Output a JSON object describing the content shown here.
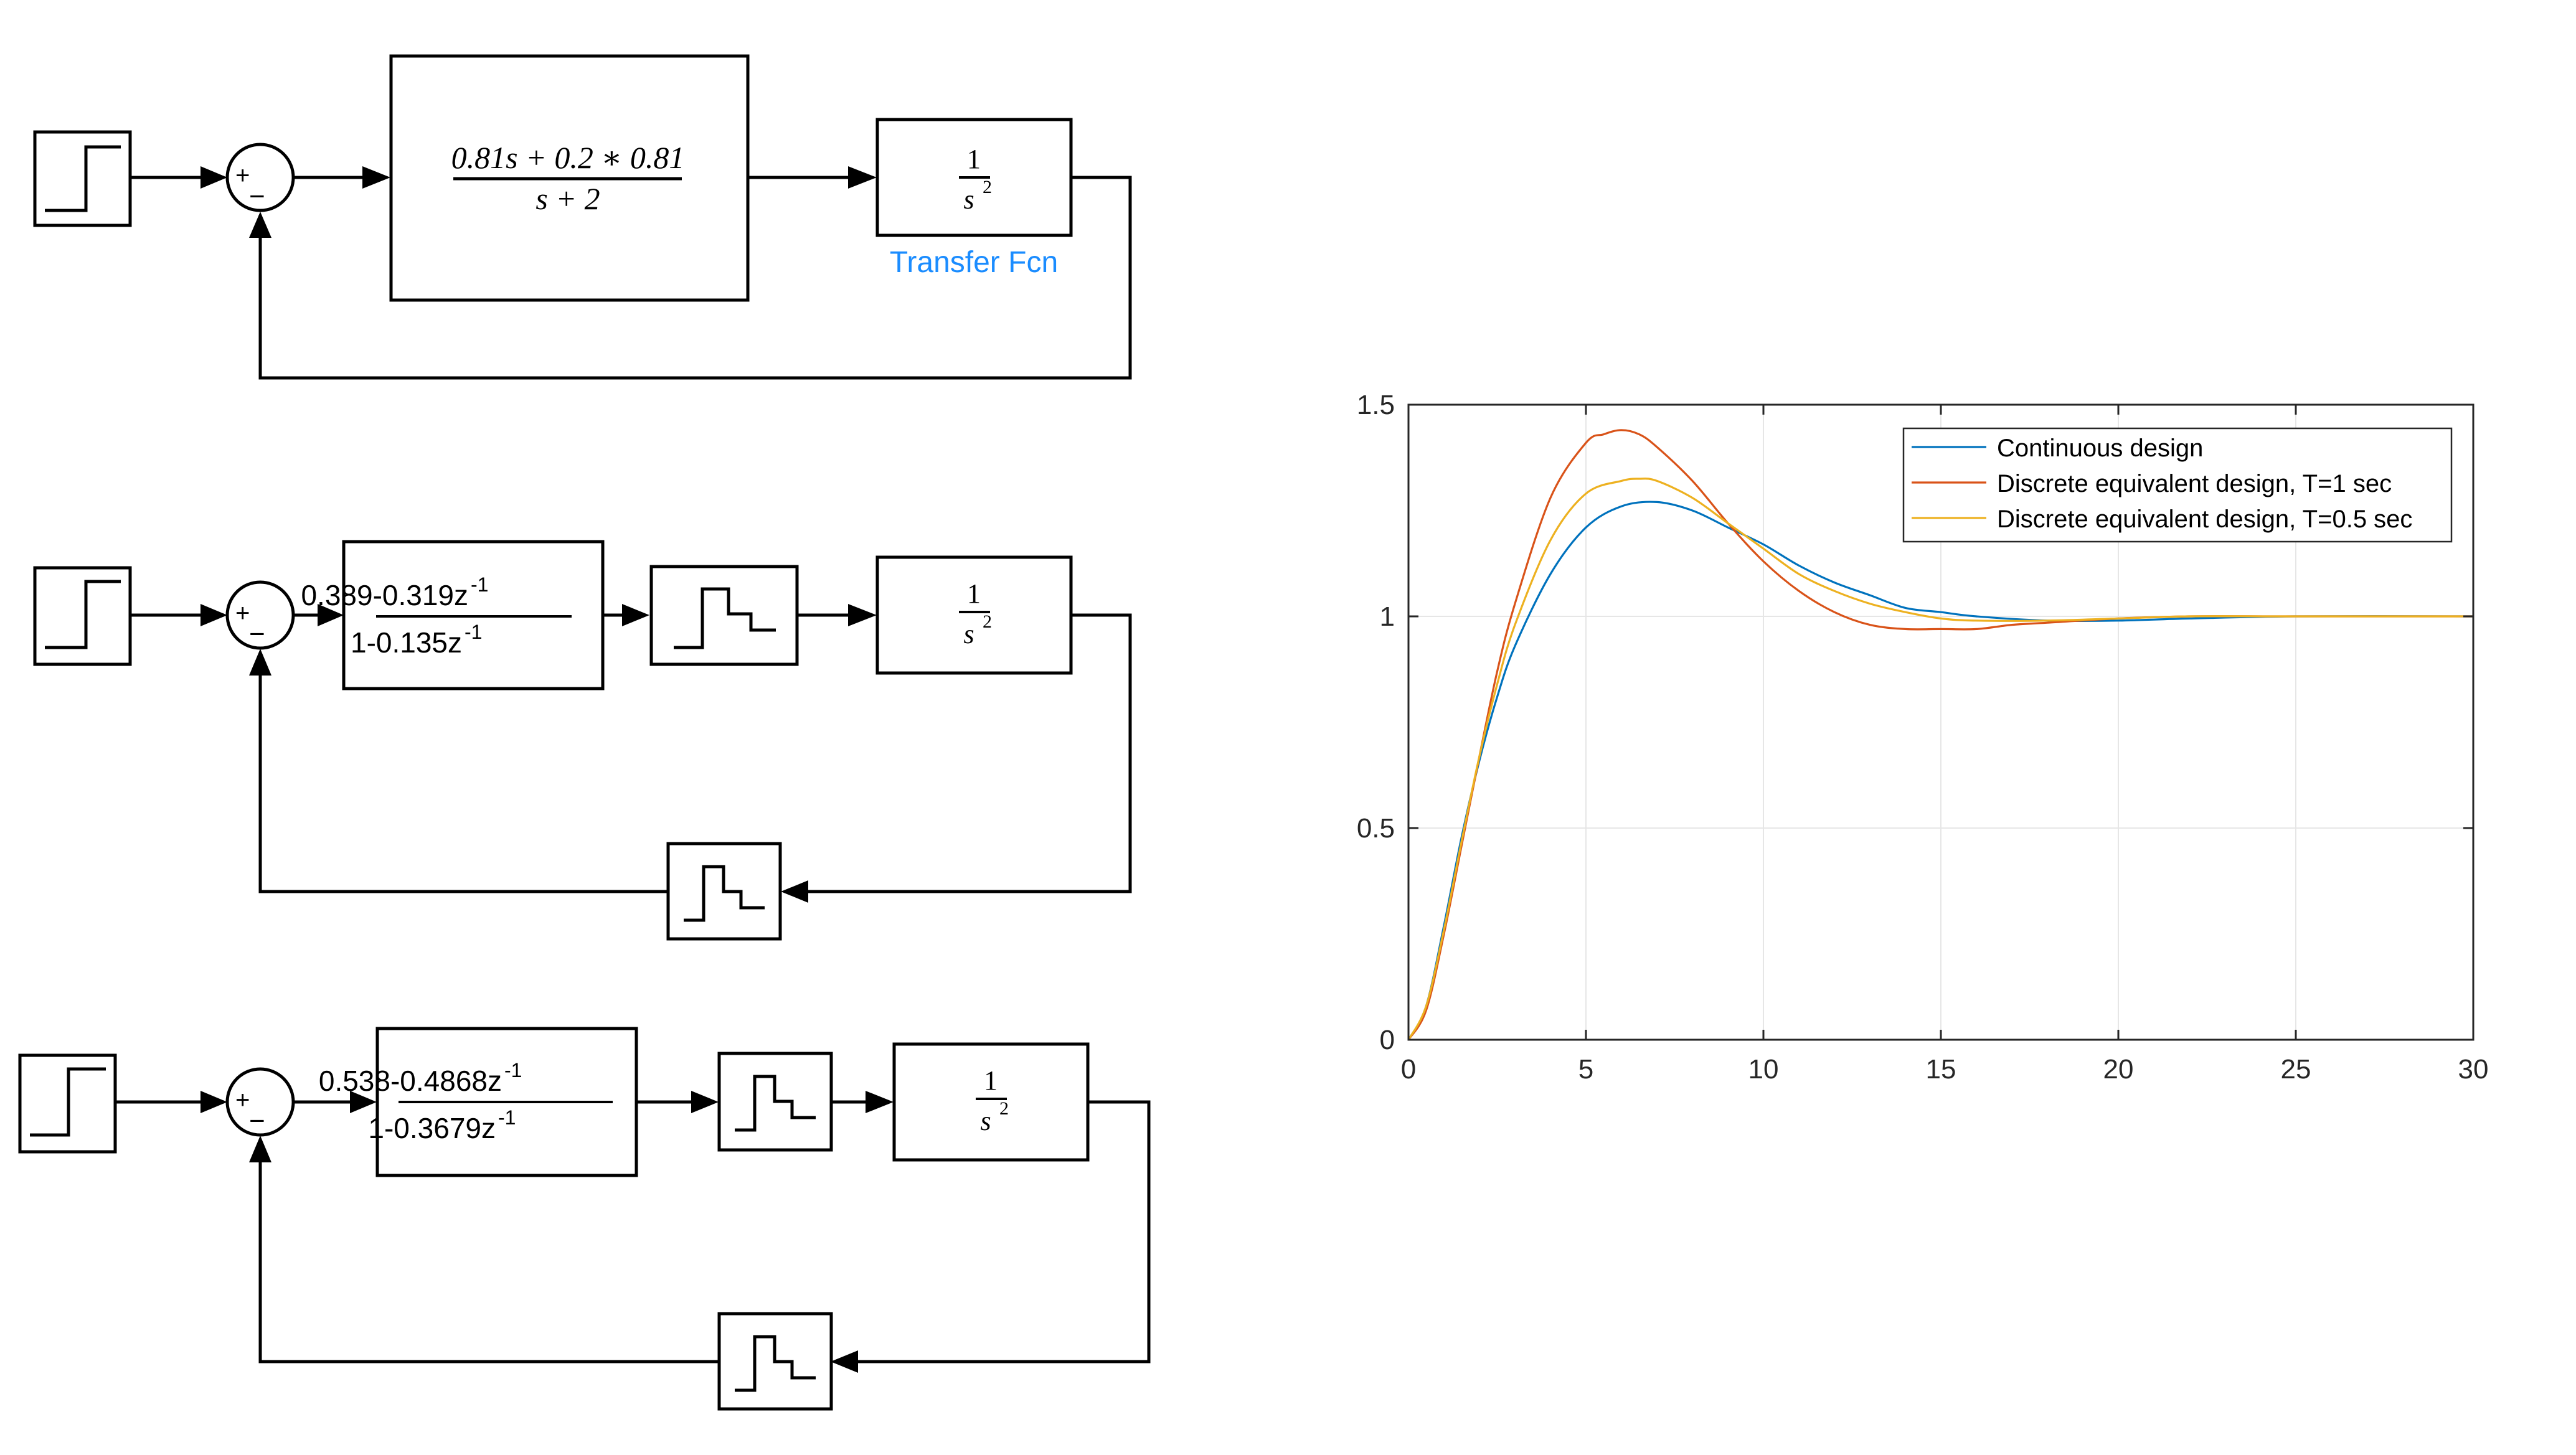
{
  "diagrams": [
    {
      "id": "continuous",
      "sum_signs": [
        "+",
        "−"
      ],
      "controller": {
        "num": "0.81s + 0.2 ∗ 0.81",
        "den": "s + 2"
      },
      "plant": {
        "num": "1",
        "den": "s",
        "den_exp": "2",
        "label": "Transfer Fcn"
      }
    },
    {
      "id": "discrete_T1",
      "sum_signs": [
        "+",
        "−"
      ],
      "controller": {
        "num": "0.389-0.319z",
        "num_exp": "-1",
        "den": "1-0.135z",
        "den_exp": "-1"
      },
      "plant": {
        "num": "1",
        "den": "s",
        "den_exp": "2"
      }
    },
    {
      "id": "discrete_T05",
      "sum_signs": [
        "+",
        "−"
      ],
      "controller": {
        "num": "0.538-0.4868z",
        "num_exp": "-1",
        "den": "1-0.3679z",
        "den_exp": "-1"
      },
      "plant": {
        "num": "1",
        "den": "s",
        "den_exp": "2"
      }
    }
  ],
  "colors": {
    "label_blue": "#1a8cff",
    "continuous": "#0072BD",
    "discrete_T1": "#D95319",
    "discrete_T05": "#EDB120",
    "grid": "#e6e6e6",
    "axis": "#262626"
  },
  "chart_data": {
    "type": "line",
    "xlim": [
      0,
      30
    ],
    "ylim": [
      0,
      1.5
    ],
    "xticks": [
      "0",
      "5",
      "10",
      "15",
      "20",
      "25",
      "30"
    ],
    "yticks": [
      "0",
      "0.5",
      "1",
      "1.5"
    ],
    "grid": true,
    "legend_position": "top-right",
    "series": [
      {
        "name": "Continuous design",
        "x": [
          0,
          0.5,
          1,
          1.5,
          2,
          2.5,
          3,
          4,
          5,
          6,
          7,
          8,
          9,
          10,
          11,
          12,
          13,
          14,
          15,
          16,
          18,
          20,
          22,
          25,
          30
        ],
        "y": [
          0,
          0.08,
          0.27,
          0.48,
          0.66,
          0.81,
          0.93,
          1.1,
          1.21,
          1.26,
          1.27,
          1.25,
          1.21,
          1.17,
          1.12,
          1.08,
          1.05,
          1.02,
          1.01,
          1.0,
          0.99,
          0.99,
          0.995,
          1.0,
          1.0
        ]
      },
      {
        "name": "Discrete equivalent design, T=1 sec",
        "x": [
          0,
          0.5,
          1,
          1.5,
          2,
          2.5,
          3,
          4,
          5,
          5.5,
          6,
          6.5,
          7,
          8,
          9,
          10,
          11,
          12,
          13,
          14,
          15,
          16,
          17,
          18,
          20,
          22,
          25,
          30
        ],
        "y": [
          0,
          0.07,
          0.25,
          0.46,
          0.67,
          0.87,
          1.03,
          1.28,
          1.41,
          1.43,
          1.44,
          1.43,
          1.4,
          1.32,
          1.22,
          1.13,
          1.06,
          1.01,
          0.98,
          0.97,
          0.97,
          0.97,
          0.98,
          0.985,
          0.995,
          1.0,
          1.0,
          1.0
        ]
      },
      {
        "name": "Discrete equivalent design, T=0.5 sec",
        "x": [
          0,
          0.5,
          1,
          1.5,
          2,
          2.5,
          3,
          4,
          5,
          6,
          6.5,
          7,
          8,
          9,
          10,
          11,
          12,
          13,
          14,
          15,
          16,
          18,
          20,
          22,
          25,
          30
        ],
        "y": [
          0,
          0.08,
          0.26,
          0.47,
          0.67,
          0.84,
          0.98,
          1.18,
          1.29,
          1.32,
          1.325,
          1.32,
          1.28,
          1.22,
          1.16,
          1.1,
          1.06,
          1.03,
          1.01,
          0.995,
          0.99,
          0.99,
          0.995,
          1.0,
          1.0,
          1.0
        ]
      }
    ]
  }
}
